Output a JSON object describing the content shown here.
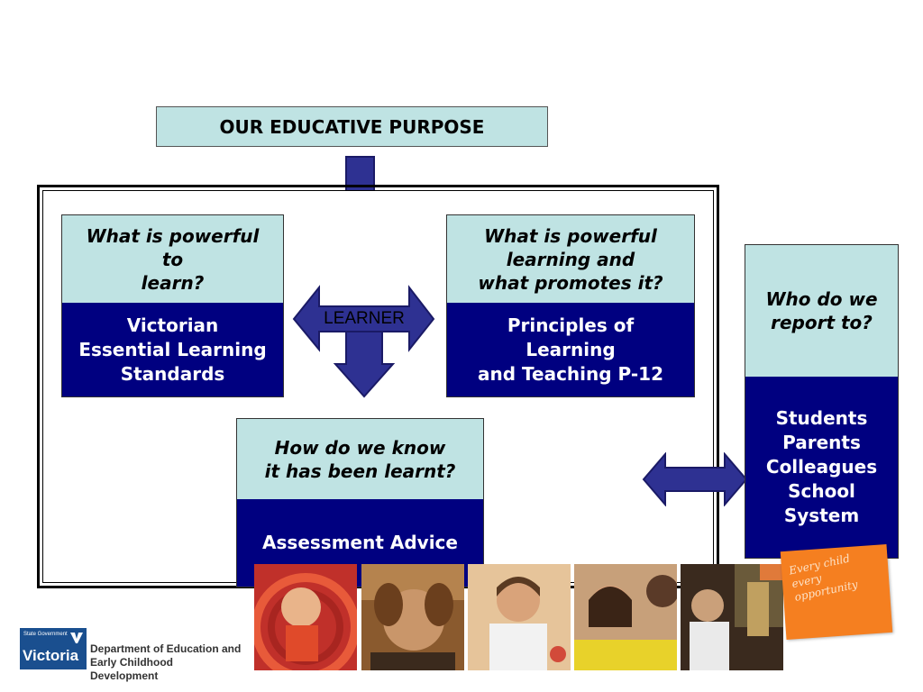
{
  "title": "OUR EDUCATIVE PURPOSE",
  "center_label": "LEARNER",
  "cards": {
    "left": {
      "question": "What is powerful\nto\nlearn?",
      "answer": "Victorian\nEssential Learning\nStandards"
    },
    "right": {
      "question": "What is powerful\nlearning and\nwhat promotes it?",
      "answer": "Principles of\nLearning\nand Teaching P-12"
    },
    "bottom": {
      "question": "How do we know\nit has been learnt?",
      "answer": "Assessment Advice"
    },
    "report": {
      "question": "Who do we\nreport to?",
      "answer": "Students\nParents\nColleagues\nSchool\nSystem"
    }
  },
  "footer": {
    "logo_small": "State Government",
    "logo_big": "Victoria",
    "department": "Department of Education and\nEarly Childhood Development",
    "slogan": "Every child\nevery\nopportunity"
  },
  "colors": {
    "light_teal": "#bfe3e3",
    "navy": "#000080",
    "arrow_fill": "#2e3192",
    "arrow_stroke": "#1a1a66",
    "orange": "#f57f20"
  },
  "photos": [
    "child-in-tube-photo",
    "child-with-hands-photo",
    "student-at-desk-photo",
    "students-writing-photo",
    "classroom-photo"
  ]
}
